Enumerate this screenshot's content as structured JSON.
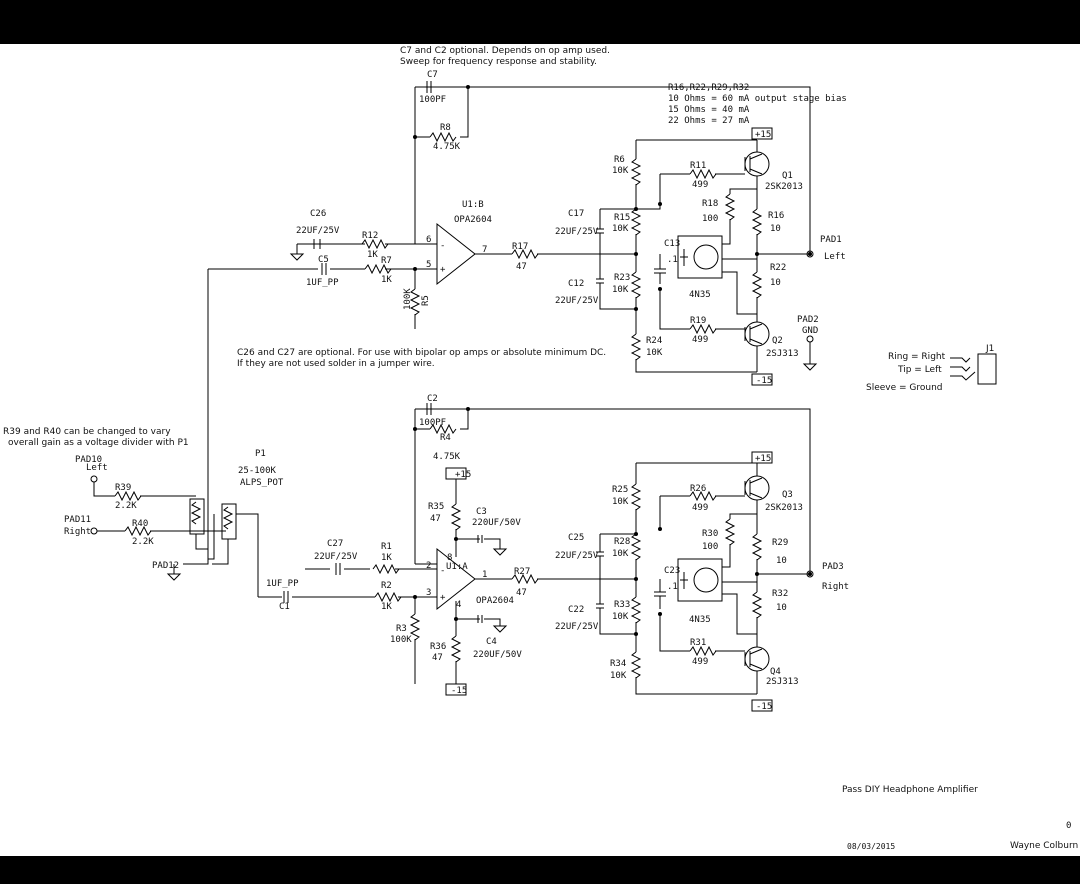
{
  "notes": {
    "c7_line1": "C7 and C2 optional. Depends on op amp used.",
    "c7_line2": "Sweep for frequency response and stability.",
    "bias_line1": "R16,R22,R29,R32",
    "bias_line2": "10 Ohms = 60 mA output stage bias",
    "bias_line3": "15 Ohms = 40 mA",
    "bias_line4": "22 Ohms = 27 mA",
    "c26_line1": "C26 and C27 are optional. For use with bipolar op amps or absolute minimum DC.",
    "c26_line2": "If they are not used solder in a jumper wire.",
    "r39_line1": "R39 and R40 can be changed to vary",
    "r39_line2": "overall gain as a voltage divider with P1"
  },
  "jack": {
    "ring": "Ring = Right",
    "tip": "Tip = Left",
    "sleeve": "Sleeve = Ground",
    "ref": "J1"
  },
  "title_block": {
    "title": "Pass DIY Headphone Amplifier",
    "date": "08/03/2015",
    "author": "Wayne Colburn",
    "rev": "0"
  },
  "labels": {
    "c7": "C7",
    "c7v": "100PF",
    "r8": "R8",
    "r8v": "4.75K",
    "u1b": "U1:B",
    "u1bv": "OPA2604",
    "c26": "C26",
    "c26v": "22UF/25V",
    "r12": "R12",
    "r12v": "1K",
    "c5": "C5",
    "c5v": "1UF_PP",
    "r7": "R7",
    "r7v": "1K",
    "r5": "R5",
    "r5v": "100K",
    "r17": "R17",
    "r17v": "47",
    "c17": "C17",
    "c17v": "22UF/25V",
    "c12": "C12",
    "c12v": "22UF/25V",
    "r6": "R6",
    "r6v": "10K",
    "r15": "R15",
    "r15v": "10K",
    "r23": "R23",
    "r23v": "10K",
    "r24": "R24",
    "r24v": "10K",
    "r11": "R11",
    "r11v": "499",
    "r18": "R18",
    "r18v": "100",
    "c13": "C13",
    "c13v": ".1",
    "r19": "R19",
    "r19v": "499",
    "q1": "Q1",
    "q1v": "2SK2013",
    "q2": "Q2",
    "q2v": "2SJ313",
    "r16": "R16",
    "r16v": "10",
    "r22": "R22",
    "r22v": "10",
    "pad1": "PAD1",
    "pad1v": "Left",
    "pad2": "PAD2",
    "pad2v": "GND",
    "oc1": "4N35",
    "p15": "+15",
    "m15": "-15",
    "c2": "C2",
    "c2v": "100PF",
    "r4": "R4",
    "r4v": "4.75K",
    "pad10": "PAD10",
    "pad10v": "Left",
    "pad11": "PAD11",
    "pad11v": "Right",
    "pad12": "PAD12",
    "r39": "R39",
    "r39v": "2.2K",
    "r40": "R40",
    "r40v": "2.2K",
    "p1": "P1",
    "p1v": "25-100K",
    "p1t": "ALPS_POT",
    "r35": "R35",
    "r35v": "47",
    "c3": "C3",
    "c3v": "220UF/50V",
    "c27": "C27",
    "c27v": "22UF/25V",
    "r1": "R1",
    "r1v": "1K",
    "r2": "R2",
    "r2v": "1K",
    "c1": "C1",
    "c1v": "1UF_PP",
    "u1a": "U1:A",
    "u1av": "OPA2604",
    "r3": "R3",
    "r3v": "100K",
    "r36": "R36",
    "r36v": "47",
    "c4": "C4",
    "c4v": "220UF/50V",
    "r27": "R27",
    "r27v": "47",
    "c25": "C25",
    "c25v": "22UF/25V",
    "c22": "C22",
    "c22v": "22UF/25V",
    "r25": "R25",
    "r25v": "10K",
    "r28": "R28",
    "r28v": "10K",
    "r33": "R33",
    "r33v": "10K",
    "r34": "R34",
    "r34v": "10K",
    "r26": "R26",
    "r26v": "499",
    "r30": "R30",
    "r30v": "100",
    "c23": "C23",
    "c23v": ".1",
    "r31": "R31",
    "r31v": "499",
    "q3": "Q3",
    "q3v": "2SK2013",
    "q4": "Q4",
    "q4v": "2SJ313",
    "r29": "R29",
    "r29v": "10",
    "r32": "R32",
    "r32v": "10",
    "pad3": "PAD3",
    "pad3v": "Right",
    "oc2": "4N35",
    "pin6": "6",
    "pin5": "5",
    "pin7": "7",
    "pin2": "2",
    "pin3": "3",
    "pin1": "1",
    "pin8": "8",
    "pin4": "4",
    "plus": "+",
    "minus": "-"
  }
}
